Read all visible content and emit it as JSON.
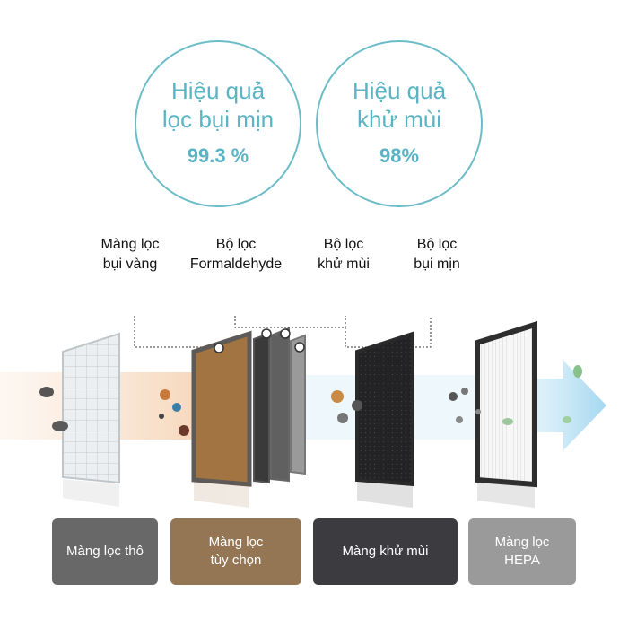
{
  "stats": [
    {
      "line1": "Hiệu quả",
      "line2": "lọc bụi mịn",
      "value": "99.3 %"
    },
    {
      "line1": "Hiệu quả",
      "line2": "khử mùi",
      "value": "98%"
    }
  ],
  "filter_labels": [
    {
      "line1": "Màng lọc",
      "line2": "bụi vàng"
    },
    {
      "line1": "Bộ lọc",
      "line2": "Formaldehyde"
    },
    {
      "line1": "Bộ lọc",
      "line2": "khử mùi"
    },
    {
      "line1": "Bộ lọc",
      "line2": "bụi mịn"
    }
  ],
  "stages": [
    {
      "line1": "Màng lọc thô",
      "line2": ""
    },
    {
      "line1": "Màng lọc",
      "line2": "tùy chọn"
    },
    {
      "line1": "Màng khử mùi",
      "line2": ""
    },
    {
      "line1": "Màng lọc",
      "line2": "HEPA"
    }
  ],
  "colors": {
    "circle": "#5ab4c4",
    "stage_coarse": "#686868",
    "stage_optional": "#957654",
    "stage_deodorize": "#3b3b40",
    "stage_hepa": "#9a9a9a",
    "air_flow": "#9fd6ef"
  }
}
